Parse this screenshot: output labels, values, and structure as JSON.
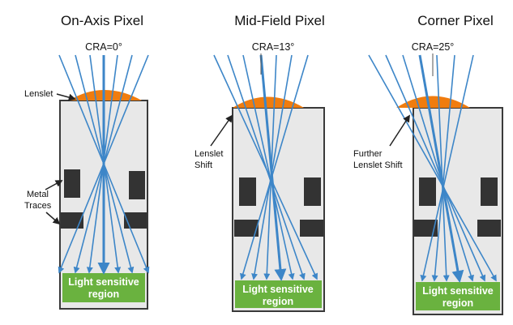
{
  "colors": {
    "ray": "#3d86c8",
    "lens": "#f07c0e",
    "body": "#e8e8e8",
    "outline": "#3a3a3a",
    "trace": "#333333",
    "region": "#6ab23f"
  },
  "panels": [
    {
      "title": "On-Axis Pixel",
      "cra_label": "CRA=0°",
      "region_label_line1": "Light sensitive",
      "region_label_line2": "region"
    },
    {
      "title": "Mid-Field Pixel",
      "cra_label": "CRA=13°",
      "region_label_line1": "Light sensitive",
      "region_label_line2": "region"
    },
    {
      "title": "Corner Pixel",
      "cra_label": "CRA=25°",
      "region_label_line1": "Light sensitive",
      "region_label_line2": "region"
    }
  ],
  "annotations": {
    "lenslet": "Lenslet",
    "metal_traces_line1": "Metal",
    "metal_traces_line2": "Traces",
    "lenslet_shift_line1": "Lenslet",
    "lenslet_shift_line2": "Shift",
    "further_shift_line1": "Further",
    "further_shift_line2": "Lenslet Shift"
  }
}
